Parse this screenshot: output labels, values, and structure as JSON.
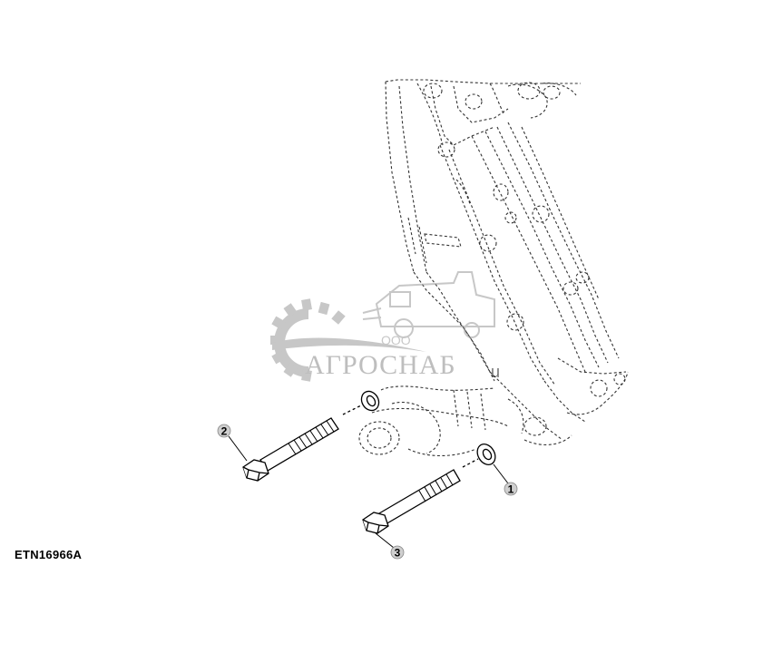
{
  "figure": {
    "id": "ETN16966A"
  },
  "callouts": [
    {
      "label": "1"
    },
    {
      "label": "2"
    },
    {
      "label": "3"
    }
  ],
  "watermark": {
    "prefix": "ООО",
    "name": "АГРОСНАБ",
    "suffix": "u"
  },
  "colors": {
    "line": "#000000",
    "ghost_line": "#333333",
    "callout_fill": "#cfcfcf",
    "watermark": "#9a9a9a"
  }
}
